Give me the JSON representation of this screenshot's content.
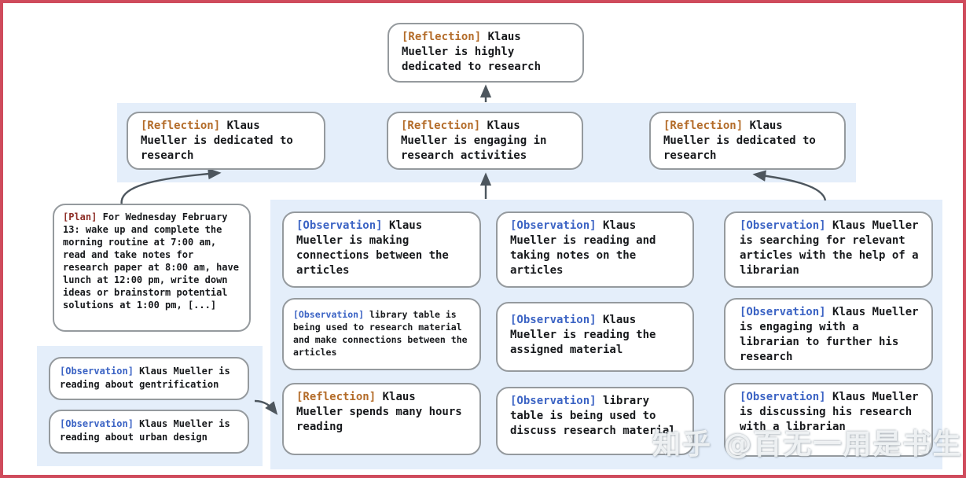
{
  "colors": {
    "frame_border": "#cf4b5c",
    "panel_bg": "#e4eefa",
    "box_border": "#959a9e",
    "reflection_tag": "#b36b28",
    "observation_tag": "#3b63c4",
    "plan_tag": "#8e2f28",
    "arrow": "#4d565e"
  },
  "diagram": {
    "nodes": {
      "root": {
        "tag": "[Reflection]",
        "text": "Klaus Mueller is highly dedicated to research"
      },
      "level2_left": {
        "tag": "[Reflection]",
        "text": "Klaus Mueller is dedicated to research"
      },
      "level2_mid": {
        "tag": "[Reflection]",
        "text": "Klaus Mueller is engaging in research activities"
      },
      "level2_right": {
        "tag": "[Reflection]",
        "text": "Klaus Mueller is dedicated to research"
      },
      "plan": {
        "tag": "[Plan]",
        "text": "For Wednesday February 13: wake up and complete the morning routine at 7:00 am, read and take notes for research paper at 8:00 am, have lunch at 12:00 pm, write down ideas or brainstorm potential solutions at 1:00 pm, [...]"
      },
      "obs_gentrification": {
        "tag": "[Observation]",
        "text": "Klaus Mueller is reading about gentrification"
      },
      "obs_urban_design": {
        "tag": "[Observation]",
        "text": "Klaus Mueller is reading about urban design"
      },
      "obs_connections": {
        "tag": "[Observation]",
        "text": "Klaus Mueller is making connections between the articles"
      },
      "obs_library_research": {
        "tag": "[Observation]",
        "text": "library table is being used to research material and make connections between the articles"
      },
      "refl_hours_reading": {
        "tag": "[Reflection]",
        "text": "Klaus Mueller spends many hours reading"
      },
      "obs_taking_notes": {
        "tag": "[Observation]",
        "text": "Klaus Mueller is reading and taking notes on the articles"
      },
      "obs_assigned_material": {
        "tag": "[Observation]",
        "text": "Klaus Mueller is reading the assigned material"
      },
      "obs_library_discuss": {
        "tag": "[Observation]",
        "text": "library table is being used to discuss research material"
      },
      "obs_searching_articles": {
        "tag": "[Observation]",
        "text": "Klaus Mueller is searching for relevant articles with the help of a librarian"
      },
      "obs_engaging_librarian": {
        "tag": "[Observation]",
        "text": "Klaus Mueller is engaging with a librarian to further his research"
      },
      "obs_discussing_librarian": {
        "tag": "[Observation]",
        "text": "Klaus Mueller is discussing his research with a librarian"
      }
    }
  },
  "watermark": {
    "text": "知乎 @百无一用是书生"
  }
}
